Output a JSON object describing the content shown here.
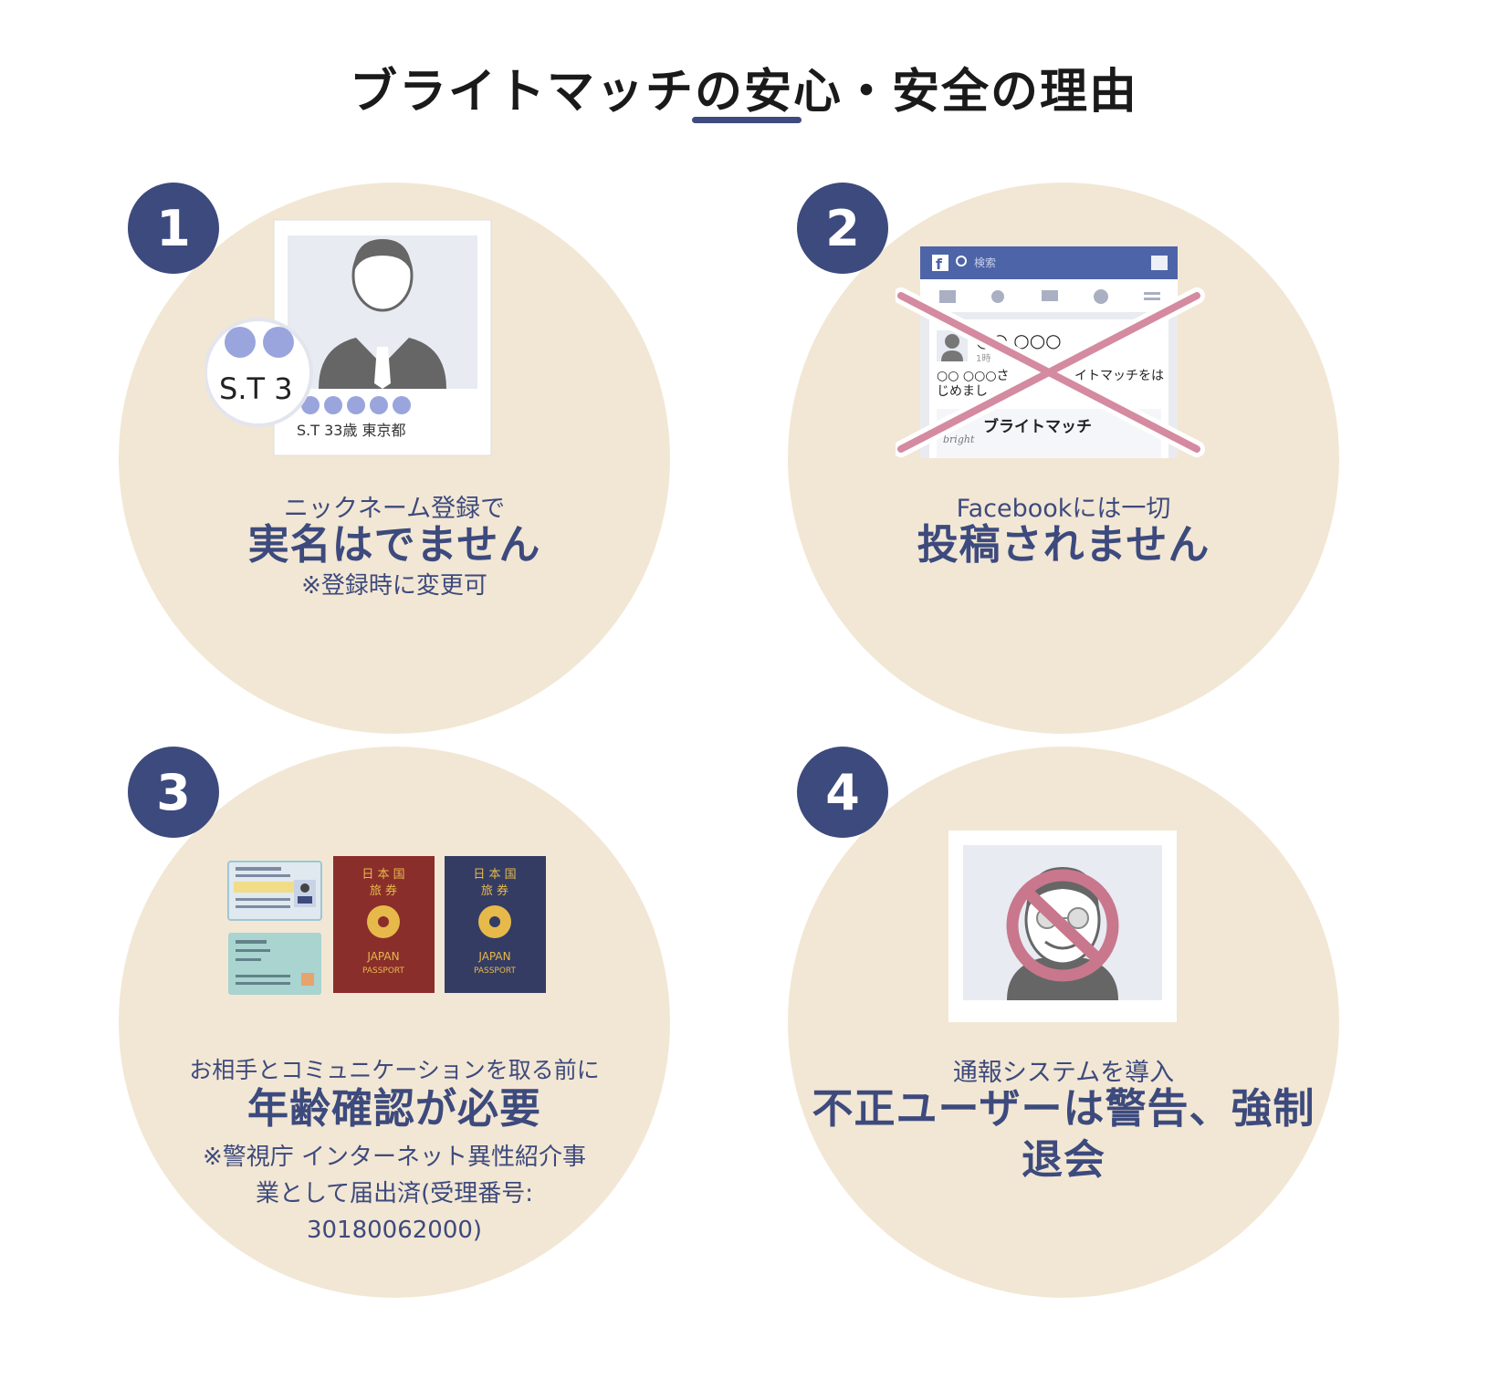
{
  "page": {
    "title": "ブライトマッチの安心・安全の理由"
  },
  "colors": {
    "navy": "#3d4a7d",
    "card_bg": "#f2e7d4",
    "cross": "#d48aa0"
  },
  "cards": [
    {
      "number": "1",
      "lead": "ニックネーム登録で",
      "main": "実名はでません",
      "note": "※登録時に変更可",
      "illustration": {
        "type": "profile-card",
        "badge_text": "S.T 3",
        "caption": "S.T 33歳 東京都"
      }
    },
    {
      "number": "2",
      "lead": "Facebookには一切",
      "main": "投稿されません",
      "illustration": {
        "type": "crossed-facebook-post",
        "search_text": "検索",
        "post_name": "○○ ○○○",
        "post_time": "1時",
        "post_text_1": "○○ ○○○さ",
        "post_text_1b": "イトマッチをは",
        "post_text_2": "じめまし",
        "app_name": "ブライトマッチ",
        "app_logo_text": "bright"
      }
    },
    {
      "number": "3",
      "lead": "お相手とコミュニケーションを取る前に",
      "main": "年齢確認が必要",
      "note_lines": [
        "※警視庁 インターネット異性紹介事",
        "業として届出済(受理番号:",
        "30180062000)"
      ],
      "illustration": {
        "type": "id-documents",
        "passport_line1": "日 本 国",
        "passport_line2": "旅     券",
        "passport_country": "JAPAN",
        "passport_word": "PASSPORT"
      }
    },
    {
      "number": "4",
      "lead": "通報システムを導入",
      "main_lines": [
        "不正ユーザーは警告、強制",
        "退会"
      ],
      "illustration": {
        "type": "prohibited-user"
      }
    }
  ]
}
